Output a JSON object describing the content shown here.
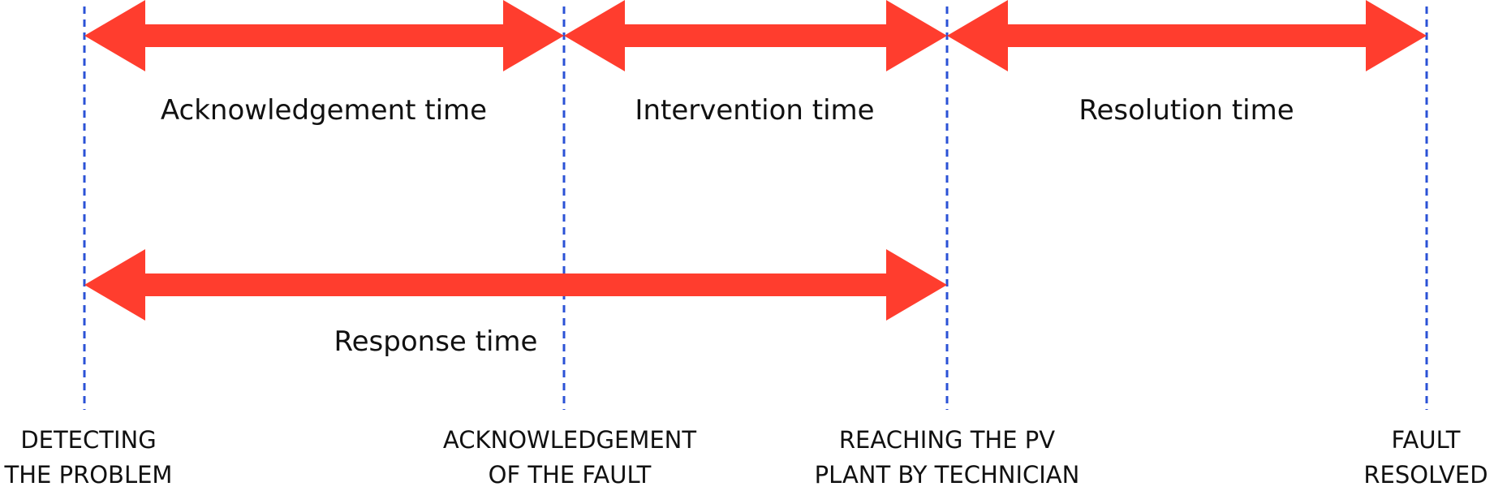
{
  "periods": {
    "acknowledgement": "Acknowledgement time",
    "intervention": "Intervention time",
    "resolution": "Resolution time",
    "response": "Response time"
  },
  "milestones": {
    "detecting": {
      "line1": "DETECTING",
      "line2": "THE PROBLEM"
    },
    "acknowledgement": {
      "line1": "ACKNOWLEDGEMENT",
      "line2": "OF THE FAULT"
    },
    "reaching": {
      "line1": "REACHING THE PV",
      "line2": "PLANT BY TECHNICIAN"
    },
    "resolved": {
      "line1": "FAULT",
      "line2": "RESOLVED"
    }
  },
  "colors": {
    "arrow": "#ff3d2e",
    "guide_line": "#2b52d6",
    "text": "#111111"
  }
}
